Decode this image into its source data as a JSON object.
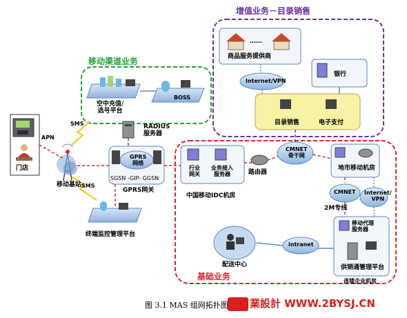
{
  "figure": {
    "caption": "图 3.1 MAS 组网拓扑图",
    "watermark": "業設計 WWW.2BYSJ.CN"
  },
  "groups": {
    "value_added": "增值业务－目录销售",
    "mobile_channel": "移动渠道业务",
    "basic": "基础业务"
  },
  "nodes": {
    "store": "门店",
    "base_station": "移动基站",
    "air_recharge": "空中充值/\n选号平台",
    "boss": "BOSS",
    "radius": "RADIUS\n服务器",
    "gprs_network": "GPRS\n网络",
    "gprs_path": "SGSN -GIP- GGSN",
    "gprs_gateway": "GPRS网关",
    "terminal_platform": "终端监控管理平台",
    "industry_gateway": "行业\n网关",
    "business_server": "业务接入\n服务器",
    "router": "路由器",
    "idc": "中国移动IDC机房",
    "cmnet_backbone": "CMNET\n骨干网",
    "local_room": "地市移动机房",
    "cmnet": "CMNET",
    "internet_vpn_right": "Internet/\nVPN",
    "line_2m": "2M专线",
    "agent_server": "移动代理\n服务器",
    "supply_platform": "供销通管理平台",
    "chain": "连锁企业机房",
    "intranet": "intranet",
    "delivery": "配送中心",
    "merchant": "商品服务提供商",
    "internet_vpn_top": "Internet/VPN",
    "bank": "银行",
    "catalog_sales": "目录销售",
    "e_payment": "电子支付",
    "dots": "……"
  },
  "links": {
    "apn": "APN",
    "sms_1": "SMS",
    "sms_2": "SMS"
  },
  "colors": {
    "green": "#22a23a",
    "purple": "#6a2ea0",
    "red": "#d8252a",
    "platform": "#a9c8ea",
    "platform_edge": "#5b86c0",
    "yellow": "#f7f2a4",
    "cloud": "#a9cbe9"
  }
}
